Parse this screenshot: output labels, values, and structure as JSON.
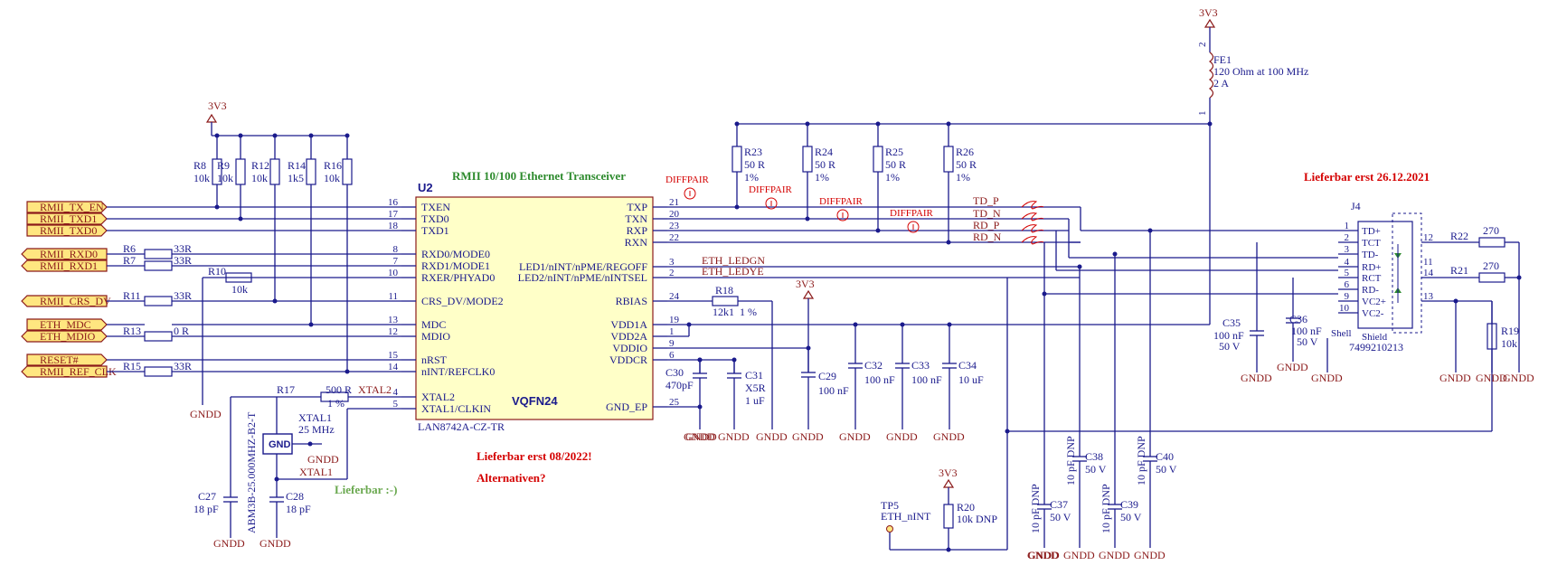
{
  "title": "RMII 10/100 Ethernet Transceiver",
  "notes": {
    "avail_j4": "Lieferbar erst 26.12.2021",
    "avail_u2": "Lieferbar erst 08/2022!",
    "alternatives": "Alternativen?",
    "avail_xtal": "Lieferbar :-)"
  },
  "power": {
    "v33": "3V3",
    "gnd": "GNDD"
  },
  "u2": {
    "ref": "U2",
    "package": "VQFN24",
    "part": "LAN8742A-CZ-TR",
    "left_pins": [
      {
        "name": "TXEN",
        "num": "16"
      },
      {
        "name": "TXD0",
        "num": "17"
      },
      {
        "name": "TXD1",
        "num": "18"
      },
      {
        "name": "RXD0/MODE0",
        "num": "8"
      },
      {
        "name": "RXD1/MODE1",
        "num": "7"
      },
      {
        "name": "RXER/PHYAD0",
        "num": "10"
      },
      {
        "name": "CRS_DV/MODE2",
        "num": "11"
      },
      {
        "name": "MDC",
        "num": "13"
      },
      {
        "name": "MDIO",
        "num": "12"
      },
      {
        "name": "nRST",
        "num": "15"
      },
      {
        "name": "nINT/REFCLK0",
        "num": "14"
      },
      {
        "name": "XTAL2",
        "num": "4"
      },
      {
        "name": "XTAL1/CLKIN",
        "num": "5"
      }
    ],
    "right_pins": [
      {
        "name": "TXP",
        "num": "21"
      },
      {
        "name": "TXN",
        "num": "20"
      },
      {
        "name": "RXP",
        "num": "23"
      },
      {
        "name": "RXN",
        "num": "22"
      },
      {
        "name": "LED1/nINT/nPME/REGOFF",
        "num": "3"
      },
      {
        "name": "LED2/nINT/nPME/nINTSEL",
        "num": "2"
      },
      {
        "name": "RBIAS",
        "num": "24"
      },
      {
        "name": "VDD1A",
        "num": "19"
      },
      {
        "name": "VDD2A",
        "num": "1"
      },
      {
        "name": "VDDIO",
        "num": "9"
      },
      {
        "name": "VDDCR",
        "num": "6"
      },
      {
        "name": "GND_EP",
        "num": "25"
      }
    ]
  },
  "ports": [
    "RMII_TX_EN",
    "RMII_TXD1",
    "RMII_TXD0",
    "RMII_RXD0",
    "RMII_RXD1",
    "RMII_CRS_DV",
    "ETH_MDC",
    "ETH_MDIO",
    "RESET#",
    "RMII_REF_CLK"
  ],
  "pullups": [
    {
      "ref": "R8",
      "val": "10k"
    },
    {
      "ref": "R9",
      "val": "10k"
    },
    {
      "ref": "R12",
      "val": "10k"
    },
    {
      "ref": "R14",
      "val": "1k5"
    },
    {
      "ref": "R16",
      "val": "10k"
    }
  ],
  "series_res": [
    {
      "ref": "R6",
      "val": "33R"
    },
    {
      "ref": "R7",
      "val": "33R"
    },
    {
      "ref": "R10",
      "val": "10k"
    },
    {
      "ref": "R11",
      "val": "33R"
    },
    {
      "ref": "R13",
      "val": "0 R"
    },
    {
      "ref": "R15",
      "val": "33R"
    }
  ],
  "terminations": [
    {
      "ref": "R23",
      "val": "50 R",
      "tol": "1%"
    },
    {
      "ref": "R24",
      "val": "50 R",
      "tol": "1%"
    },
    {
      "ref": "R25",
      "val": "50 R",
      "tol": "1%"
    },
    {
      "ref": "R26",
      "val": "50 R",
      "tol": "1%"
    }
  ],
  "diffpair": "DIFFPAIR",
  "nets": {
    "td_p": "TD_P",
    "td_n": "TD_N",
    "rd_p": "RD_P",
    "rd_n": "RD_N",
    "ledgn": "ETH_LEDGN",
    "ledye": "ETH_LEDYE",
    "xtal1": "XTAL1",
    "xtal2": "XTAL2"
  },
  "fe1": {
    "ref": "FE1",
    "desc": "120 Ohm at 100 MHz",
    "current": "2 A",
    "pin1": "1",
    "pin2": "2"
  },
  "r18": {
    "ref": "R18",
    "val": "12k1",
    "tol": "1 %"
  },
  "r17": {
    "ref": "R17",
    "val": "500 R",
    "tol": "1 %"
  },
  "xtal": {
    "ref": "XTAL1",
    "freq": "25 MHz",
    "part": "ABM3B-25.000MHZ-B2-T",
    "gnd": "GND"
  },
  "caps": [
    {
      "ref": "C27",
      "val": "18 pF"
    },
    {
      "ref": "C28",
      "val": "18 pF"
    },
    {
      "ref": "C30",
      "val": "470pF"
    },
    {
      "ref": "C31",
      "val": "X5R",
      "val2": "1 uF"
    },
    {
      "ref": "C29",
      "val": "100 nF"
    },
    {
      "ref": "C32",
      "val": "100 nF"
    },
    {
      "ref": "C33",
      "val": "100 nF"
    },
    {
      "ref": "C34",
      "val": "10 uF"
    },
    {
      "ref": "C35",
      "val": "100 nF",
      "volt": "50 V"
    },
    {
      "ref": "C36",
      "val": "100 nF",
      "volt": "50 V"
    },
    {
      "ref": "C37",
      "val": "10 pF DNP",
      "volt": "50 V"
    },
    {
      "ref": "C38",
      "val": "10 pF DNP",
      "volt": "50 V"
    },
    {
      "ref": "C39",
      "val": "10 pF DNP",
      "volt": "50 V"
    },
    {
      "ref": "C40",
      "val": "10 pF DNP",
      "volt": "50 V"
    }
  ],
  "tp5": {
    "ref": "TP5",
    "net": "ETH_nINT"
  },
  "r20": {
    "ref": "R20",
    "val": "10k DNP"
  },
  "j4": {
    "ref": "J4",
    "part": "7499210213",
    "shield": "Shield",
    "shell": "Shell",
    "pins": [
      {
        "num": "1",
        "name": "TD+"
      },
      {
        "num": "2",
        "name": "TCT"
      },
      {
        "num": "3",
        "name": "TD-"
      },
      {
        "num": "4",
        "name": "RD+"
      },
      {
        "num": "5",
        "name": "RCT"
      },
      {
        "num": "6",
        "name": "RD-"
      },
      {
        "num": "9",
        "name": "VC2+"
      },
      {
        "num": "10",
        "name": "VC2-"
      }
    ],
    "right_pins": [
      "12",
      "11",
      "14",
      "13"
    ]
  },
  "r22": {
    "ref": "R22",
    "val": "270"
  },
  "r21": {
    "ref": "R21",
    "val": "270"
  },
  "r19": {
    "ref": "R19",
    "val": "10k"
  }
}
